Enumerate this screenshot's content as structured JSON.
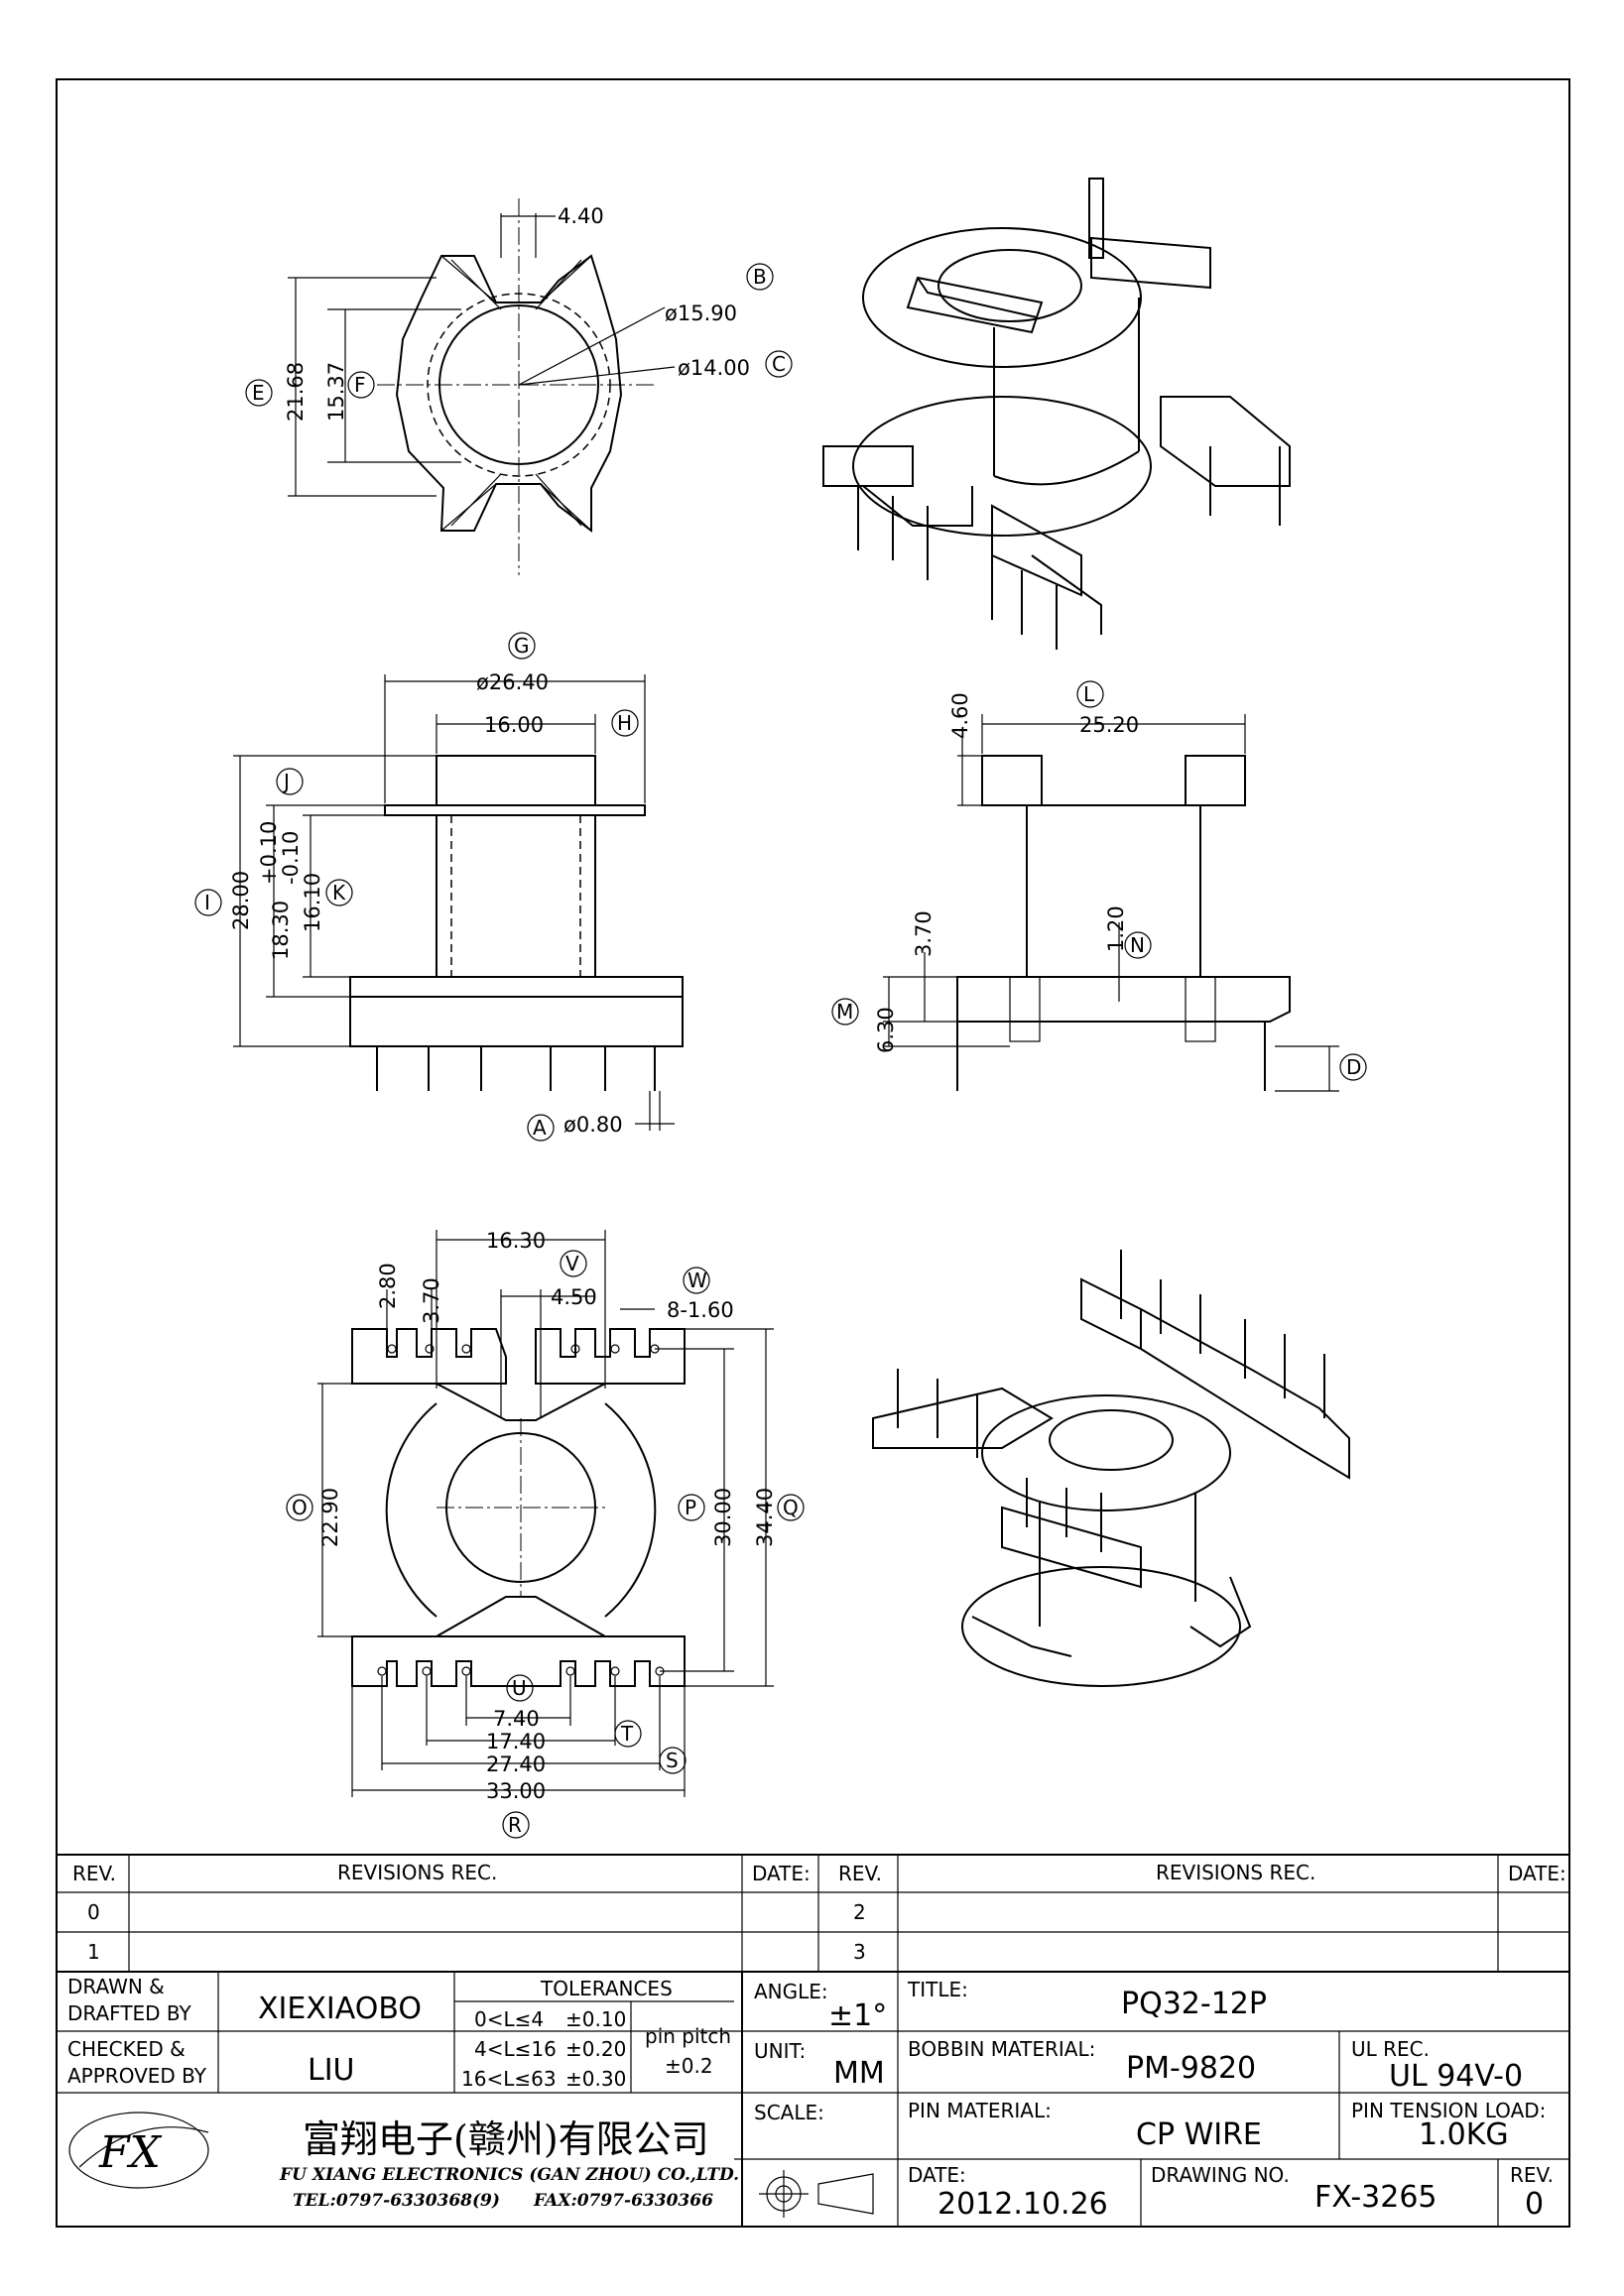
{
  "top_view": {
    "dims": {
      "d440": "4.40",
      "d1590": "ø15.90",
      "d1400": "ø14.00",
      "d2168": "21.68",
      "d1537": "15.37"
    },
    "tags": {
      "B": "B",
      "C": "C",
      "E": "E",
      "F": "F"
    }
  },
  "front_view": {
    "dims": {
      "d2640": "ø26.40",
      "d1600": "16.00",
      "d2800": "28.00",
      "d1830": "18.30",
      "tol_plus": "+0.10",
      "tol_minus": "-0.10",
      "d1610": "16.10",
      "d080": "ø0.80"
    },
    "tags": {
      "G": "G",
      "H": "H",
      "J": "J",
      "I": "I",
      "K": "K",
      "A": "A"
    }
  },
  "side_view": {
    "dims": {
      "d460": "4.60",
      "d2520": "25.20",
      "d370": "3.70",
      "d120": "1.20",
      "d630": "6.30"
    },
    "tags": {
      "L": "L",
      "N": "N",
      "M": "M",
      "D": "D"
    }
  },
  "bottom_view": {
    "dims": {
      "d1630": "16.30",
      "d280": "2.80",
      "d370": "3.70",
      "d450": "4.50",
      "d160": "8-1.60",
      "d2290": "22.90",
      "d3000": "30.00",
      "d3440": "34.40",
      "d740": "7.40",
      "d1740": "17.40",
      "d2740": "27.40",
      "d3300": "33.00"
    },
    "tags": {
      "V": "V",
      "W": "W",
      "O": "O",
      "P": "P",
      "Q": "Q",
      "U": "U",
      "T": "T",
      "S": "S",
      "R": "R"
    }
  },
  "title_block": {
    "rev_header": "REV.",
    "revisions_header": "REVISIONS  REC.",
    "date_header": "DATE:",
    "rev_rows_left": [
      "0",
      "1"
    ],
    "rev_rows_right": [
      "2",
      "3"
    ],
    "drawn_label_1": "DRAWN &",
    "drawn_label_2": "DRAFTED BY",
    "drawn_value": "XIEXIAOBO",
    "checked_label_1": "CHECKED &",
    "checked_label_2": "APPROVED BY",
    "checked_value": "LIU",
    "tolerances_title": "TOLERANCES",
    "tolerances": [
      {
        "range": "0<L≤4",
        "value": "±0.10"
      },
      {
        "range": "4<L≤16",
        "value": "±0.20"
      },
      {
        "range": "16<L≤63",
        "value": "±0.30"
      }
    ],
    "pin_pitch_label": "pin pitch",
    "pin_pitch_value": "±0.2",
    "angle_label": "ANGLE:",
    "angle_value": "±1°",
    "unit_label": "UNIT:",
    "unit_value": "MM",
    "scale_label": "SCALE:",
    "title_label": "TITLE:",
    "title_value": "PQ32-12P",
    "bobbin_label": "BOBBIN MATERIAL:",
    "bobbin_value": "PM-9820",
    "ul_label": "UL REC.",
    "ul_value": "UL 94V-0",
    "pin_mat_label": "PIN MATERIAL:",
    "pin_mat_value": "CP WIRE",
    "tension_label": "PIN TENSION LOAD:",
    "tension_value": "1.0KG",
    "date_label": "DATE:",
    "date_value": "2012.10.26",
    "drawing_no_label": "DRAWING NO.",
    "drawing_no_value": "FX-3265",
    "rev_label": "REV.",
    "rev_value": "0",
    "company_cn": "富翔电子(赣州)有限公司",
    "company_en": "FU XIANG ELECTRONICS (GAN ZHOU) CO.,LTD.",
    "company_tel": "TEL:0797-6330368(9)",
    "company_fax": "FAX:0797-6330366",
    "logo_text": "FX"
  }
}
